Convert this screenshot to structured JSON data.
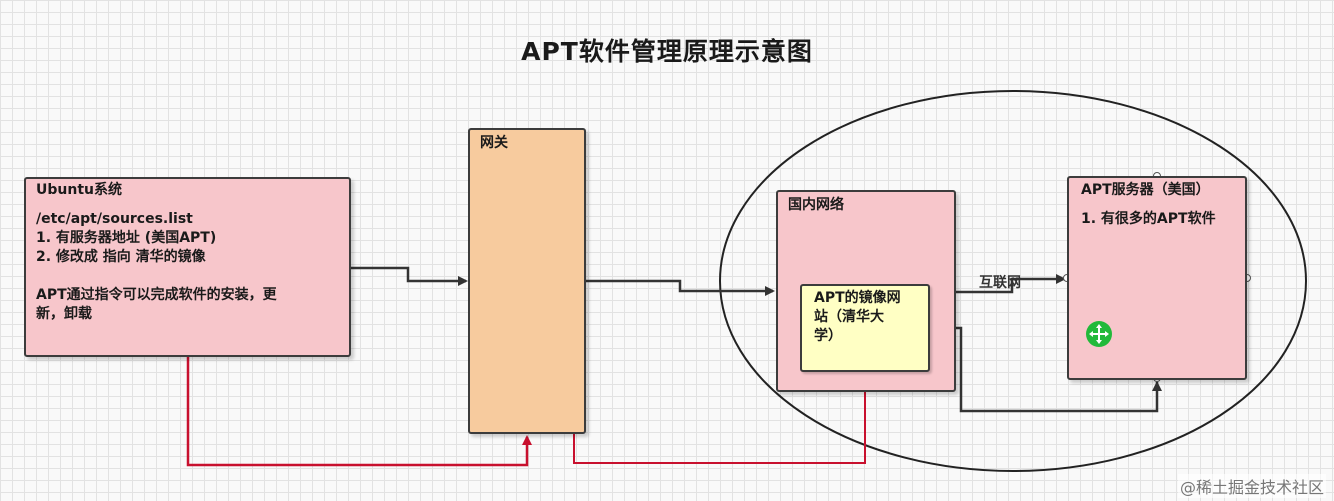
{
  "title": "APT软件管理原理示意图",
  "ubuntu_box": {
    "heading": "Ubuntu系统",
    "path": "/etc/apt/sources.list",
    "item1": "1. 有服务器地址 (美国APT)",
    "item2": "2. 修改成 指向 清华的镜像",
    "note_line1": "APT通过指令可以完成软件的安装，更",
    "note_line2": "新，卸载"
  },
  "gateway_box": {
    "label": "网关"
  },
  "domestic_box": {
    "label": "国内网络"
  },
  "mirror_box": {
    "line1": "APT的镜像网",
    "line2": "站（清华大",
    "line3": "学）"
  },
  "apt_server_box": {
    "heading": "APT服务器（美国）",
    "item1": "1. 有很多的APT软件"
  },
  "internet_label": "互联网",
  "watermark": "@稀土掘金技术社区",
  "colors": {
    "pink_box": "#f7c6cb",
    "orange_box": "#f7cb9e",
    "yellow_box": "#ffffc4",
    "red_connector": "#c8102e",
    "dark_connector": "#333333",
    "move_icon": "#22b93a"
  },
  "icons": [
    "move-icon"
  ]
}
